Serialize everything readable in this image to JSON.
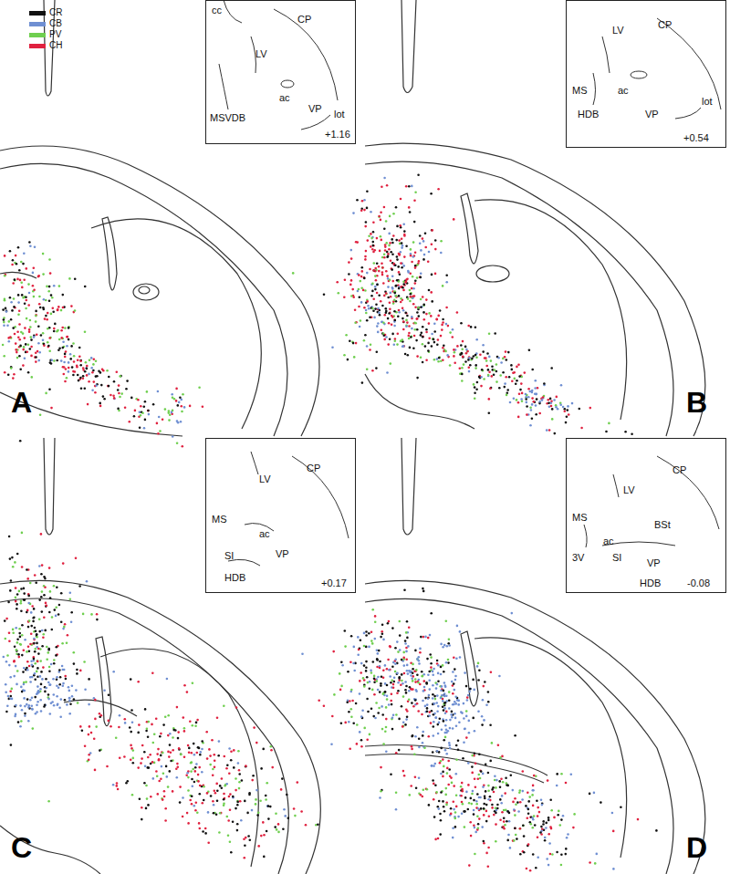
{
  "diagram": {
    "nodes": [
      {
        "text": [
          "cc",
          "CP",
          "LV",
          "ac",
          "MSVDB",
          "VP",
          "lot",
          "+1.16"
        ]
      },
      {
        "text": [
          "LV",
          "CP",
          "MS",
          "ac",
          "HDB",
          "VP",
          "lot",
          "+0.54"
        ]
      },
      {
        "text": [
          "LV",
          "CP",
          "MS",
          "ac",
          "SI",
          "VP",
          "HDB",
          "+0.17"
        ]
      },
      {
        "text": [
          "LV",
          "CP",
          "MS",
          "BSt",
          "ac",
          "3V",
          "SI",
          "VP",
          "HDB",
          "-0.08"
        ]
      }
    ],
    "labels": [
      "A",
      "B",
      "C",
      "D"
    ],
    "legend": [
      {
        "text": "CR",
        "color": "#111111"
      },
      {
        "text": "CB",
        "color": "#6f8fd2"
      },
      {
        "text": "PV",
        "color": "#6fcf4f"
      },
      {
        "text": "CH",
        "color": "#e0213f"
      }
    ]
  }
}
